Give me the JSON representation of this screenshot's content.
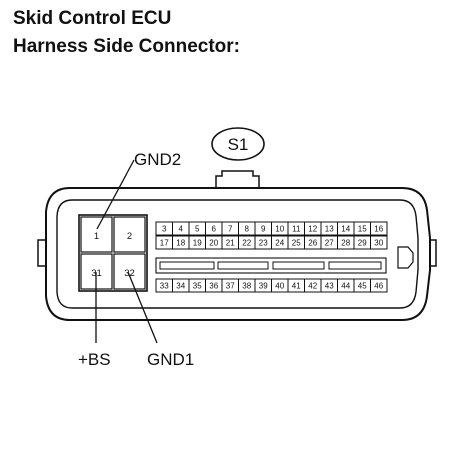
{
  "title": {
    "line1": "Skid Control ECU",
    "line2": "Harness Side Connector:"
  },
  "connector": {
    "code": "S1",
    "large_pins": [
      "1",
      "2",
      "31",
      "32"
    ],
    "small_pins": {
      "row1": [
        "3",
        "4",
        "5",
        "6",
        "7",
        "8",
        "9",
        "10",
        "11",
        "12",
        "13",
        "14",
        "15",
        "16"
      ],
      "row2": [
        "17",
        "18",
        "19",
        "20",
        "21",
        "22",
        "23",
        "24",
        "25",
        "26",
        "27",
        "28",
        "29",
        "30"
      ],
      "row3": [
        "33",
        "34",
        "35",
        "36",
        "37",
        "38",
        "39",
        "40",
        "41",
        "42",
        "43",
        "44",
        "45",
        "46"
      ]
    }
  },
  "callouts": {
    "gnd2": "GND2",
    "bs": "+BS",
    "gnd1": "GND1"
  }
}
